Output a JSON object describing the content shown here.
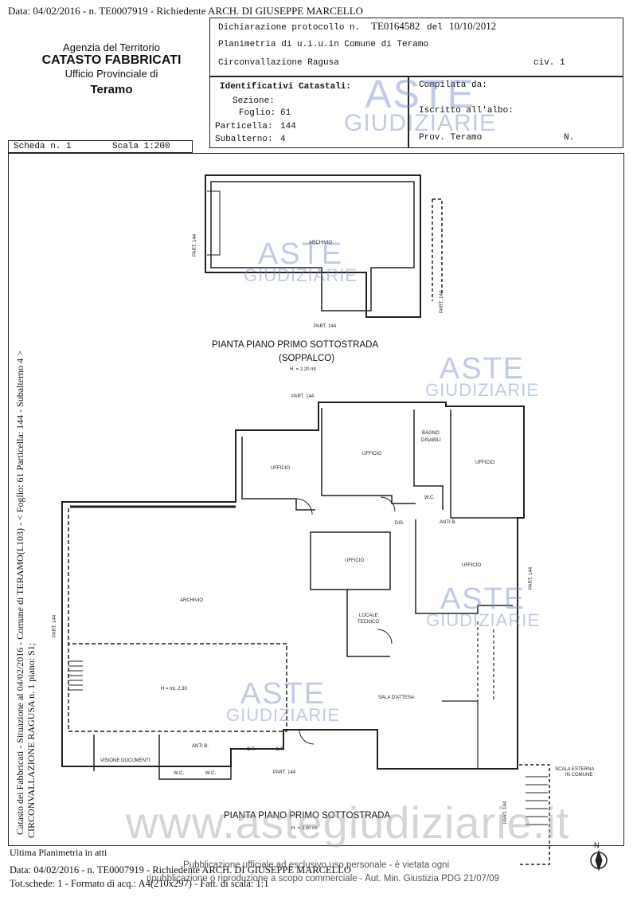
{
  "header_line": "Data: 04/02/2016 - n. TE0007919 - Richiedente ARCH. DI GIUSEPPE MARCELLO",
  "agency": {
    "line1": "Agenzia del Territorio",
    "line2": "CATASTO FABBRICATI",
    "line3": "Ufficio Provinciale di",
    "line4": "Teramo"
  },
  "declaration": {
    "protocol_label": "Dichiarazione protocollo n.",
    "protocol_number": "TE0164582",
    "del_label": "del",
    "date": "10/10/2012",
    "plan_label": "Planimetria di u.i.u.in Comune di Teramo",
    "address": "Circonvallazione Ragusa",
    "civ": "civ. 1"
  },
  "identifiers": {
    "title": "Identificativi Catastali:",
    "sezione_label": "Sezione:",
    "foglio_label": "Foglio:",
    "foglio": "61",
    "particella_label": "Particella:",
    "particella": "144",
    "subalterno_label": "Subalterno:",
    "subalterno": "4"
  },
  "compiled": {
    "compilata": "Compilata da:",
    "iscritto": "Iscritto all'albo:",
    "prov": "Prov. Teramo",
    "n": "N."
  },
  "scheda": {
    "scheda": "Scheda n. 1",
    "scala": "Scala 1:200"
  },
  "watermark": {
    "aste": "ASTE",
    "giudiziarie": "GIUDIZIARIE"
  },
  "plan_top": {
    "archivio": "ARCHIVIO",
    "part_left": "PART. 144",
    "part_bottom": "PART. 144",
    "part_right": "PART. 144",
    "title": "PIANTA PIANO PRIMO SOTTOSTRADA",
    "subtitle": "(SOPPALCO)",
    "height": "H. = 2.20 mt"
  },
  "plan_bottom": {
    "part_top": "PART. 144",
    "part_left": "PART. 144",
    "part_right": "PART. 144",
    "part_bottom": "PART. 144",
    "part_right_low": "PART. 144",
    "ufficio1": "UFFICIO",
    "ufficio2": "UFFICIO",
    "ufficio3": "UFFICIO",
    "ufficio4": "UFFICIO",
    "ufficio5": "UFFICIO",
    "bagno": "BAGNO",
    "disabili": "DISABILI",
    "wc": "W.C.",
    "antib": "ANTI B.",
    "dis": "DIS.",
    "archivio": "ARCHIVIO",
    "locale": "LOCALE",
    "tecnico": "TECNICO",
    "h230": "H = mt. 2,30",
    "sala": "SALA D'ATTESA",
    "visione": "VISIONE DOCUMENTI",
    "antib2": "ANTI B.",
    "wc2": "W.C.",
    "wc3": "W.C.",
    "ct1": "C.T.",
    "ct2": "C.T.",
    "scala1": "SCALA ESTERNA",
    "scala2": "IN COMUNE",
    "title": "PIANTA PIANO PRIMO SOTTOSTRADA",
    "height": "H. = 3,50 mt",
    "north": "N"
  },
  "side_text_1": "Catasto dei Fabbricati - Situazione al 04/02/2016 - Comune di TERAMO(L103) - < Foglio: 61 Particella: 144 - Subalterno 4 >",
  "side_text_2": "CIRCONVALLAZIONE RAGUSA n. 1 piano: S1;",
  "website": "www.astegiudiziarie.it",
  "footer": {
    "ultima": "Ultima Planimetria in atti",
    "line1": "Data: 04/02/2016 - n. TE0007919 - Richiedente ARCH. DI GIUSEPPE MARCELLO",
    "line2": "Tot.schede: 1 - Formato di acq.: A4(210x297) - Fatt. di scala: 1:1",
    "notice1": "Pubblicazione ufficiale ad esclusivo uso personale - è vietata ogni",
    "notice2": "ripubblicazione o riproduzione a scopo commerciale - Aut. Min. Giustizia PDG 21/07/09"
  }
}
